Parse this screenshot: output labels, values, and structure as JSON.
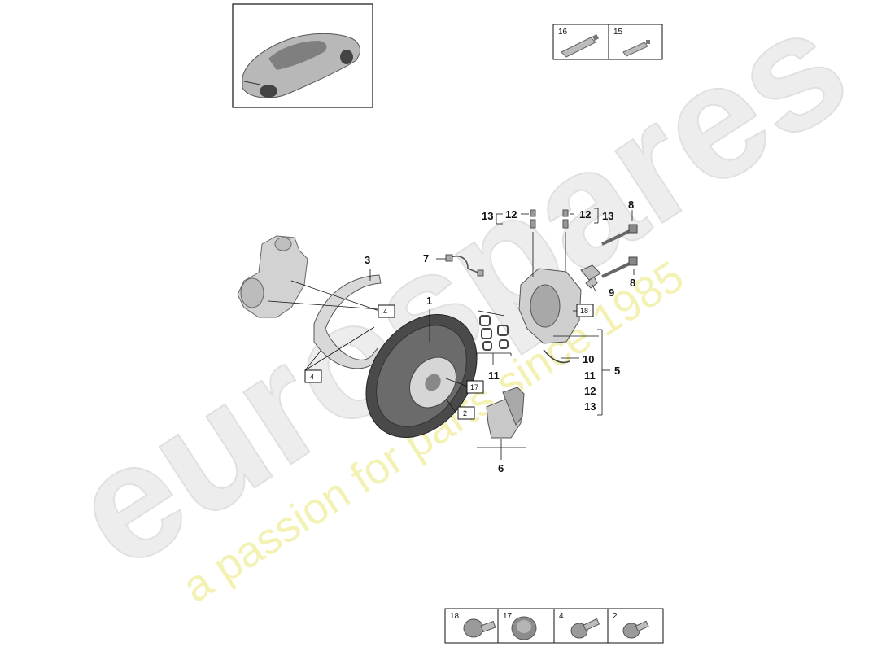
{
  "watermark": {
    "brand": "eurospares",
    "tagline": "a passion for parts since 1985",
    "brand_color": "#e6e6e6",
    "tagline_color": "#f0ee9c"
  },
  "colors": {
    "ink": "#111111",
    "part_fill": "#d4d4d4",
    "part_dark": "#7a7a7a"
  },
  "consumables_table": [
    "16",
    "15"
  ],
  "fasteners_table": [
    "18",
    "17",
    "4",
    "2"
  ],
  "callouts": {
    "c1": "1",
    "c3": "3",
    "c5": "5",
    "c6": "6",
    "c7": "7",
    "c8a": "8",
    "c8b": "8",
    "c9": "9",
    "c11a": "11",
    "c12a": "12",
    "c13a": "13",
    "c12b": "12",
    "c13b": "13",
    "kit": [
      "10",
      "11",
      "12",
      "13"
    ]
  },
  "boxed_refs": {
    "r4a": "4",
    "r4b": "4",
    "r2": "2",
    "r17": "17",
    "r18": "18"
  },
  "icons": [
    "car-thumbnail-icon",
    "grease-tube-icon",
    "bolt-icon",
    "nut-icon"
  ]
}
